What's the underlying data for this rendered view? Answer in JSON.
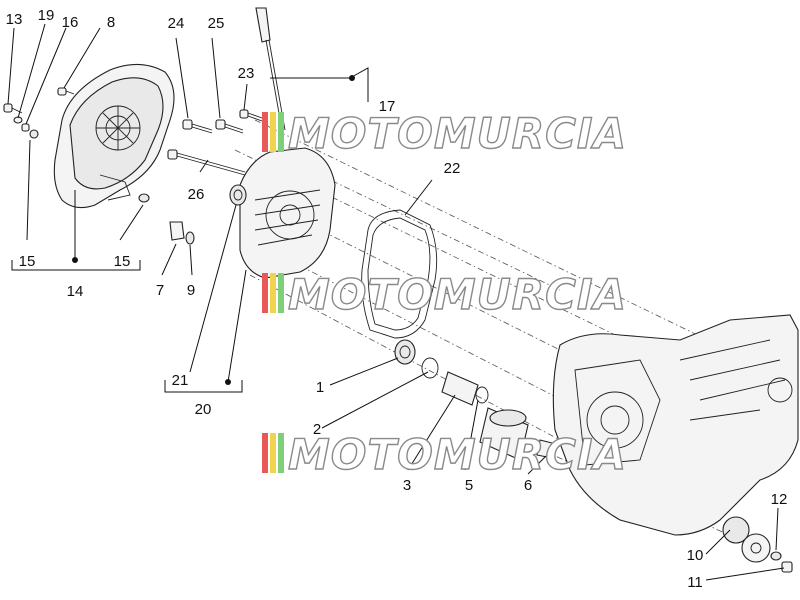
{
  "callouts": {
    "c1": "1",
    "c2": "2",
    "c3": "3",
    "c5": "5",
    "c6": "6",
    "c7": "7",
    "c8": "8",
    "c9": "9",
    "c10": "10",
    "c11": "11",
    "c12": "12",
    "c13": "13",
    "c14": "14",
    "c15a": "15",
    "c15b": "15",
    "c16": "16",
    "c17": "17",
    "c19": "19",
    "c20": "20",
    "c21": "21",
    "c22": "22",
    "c23": "23",
    "c24": "24",
    "c25": "25",
    "c26": "26"
  },
  "watermark": {
    "text": "MOTOMURCIA",
    "colors": [
      "#e85a5a",
      "#f2d34f",
      "#7ecf7a"
    ]
  }
}
